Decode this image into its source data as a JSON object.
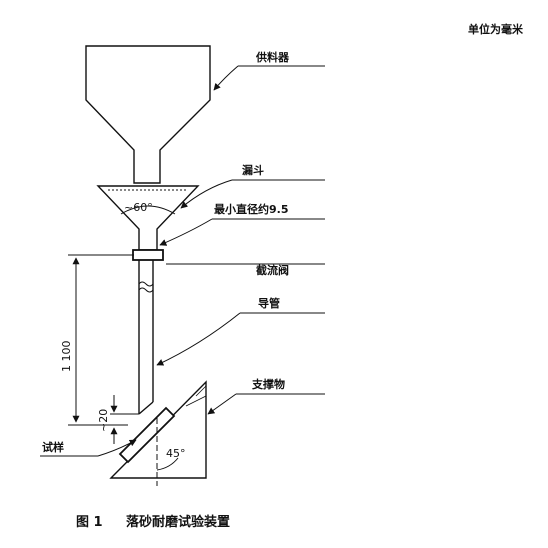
{
  "unit_note": "单位为毫米",
  "labels": {
    "feeder": "供料器",
    "funnel": "漏斗",
    "min_diameter": "最小直径约9.5",
    "shutoff_gate": "截流阀",
    "guide_tube": "导管",
    "support": "支撑物",
    "specimen": "试样"
  },
  "dimensions": {
    "funnel_angle": "~60°",
    "height": "1 100",
    "gap": "~20",
    "tilt_angle": "45°"
  },
  "caption": {
    "figure_number": "图 1",
    "title": "落砂耐磨试验装置"
  }
}
